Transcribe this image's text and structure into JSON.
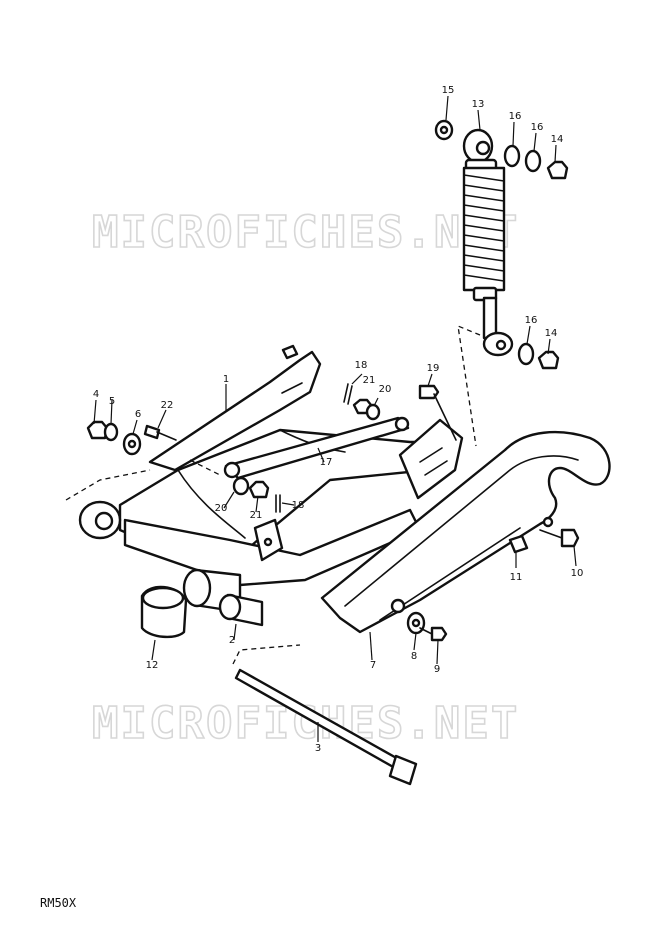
{
  "watermarks": [
    "MICROFICHES.NET",
    "MICROFICHES.NET"
  ],
  "model_code": "RM50X",
  "callouts": {
    "c1": "1",
    "c2": "2",
    "c3": "3",
    "c4": "4",
    "c5": "5",
    "c6": "6",
    "c7": "7",
    "c8": "8",
    "c9": "9",
    "c10": "10",
    "c11": "11",
    "c12": "12",
    "c13": "13",
    "c14a": "14",
    "c14b": "14",
    "c15": "15",
    "c16a": "16",
    "c16b": "16",
    "c16c": "16",
    "c17": "17",
    "c18a": "18",
    "c18b": "18",
    "c19": "19",
    "c20a": "20",
    "c20b": "20",
    "c21a": "21",
    "c21b": "21",
    "c22": "22"
  }
}
